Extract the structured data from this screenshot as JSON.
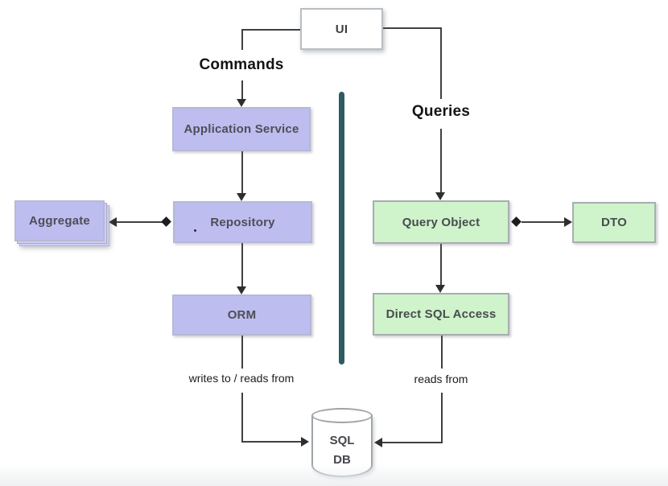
{
  "nodes": {
    "ui": "UI",
    "application_service": "Application Service",
    "repository": "Repository",
    "orm": "ORM",
    "aggregate": "Aggregate",
    "query_object": "Query Object",
    "dto": "DTO",
    "direct_sql_access": "Direct SQL Access",
    "sql_db": {
      "line1": "SQL",
      "line2": "DB"
    }
  },
  "edge_labels": {
    "commands": "Commands",
    "queries": "Queries",
    "writes_reads": "writes to / reads from",
    "reads": "reads from"
  },
  "colors": {
    "command_side_fill": "#bdbdf0",
    "query_side_fill": "#cff3ca",
    "divider": "#2d5c62",
    "connector": "#3e4042"
  }
}
